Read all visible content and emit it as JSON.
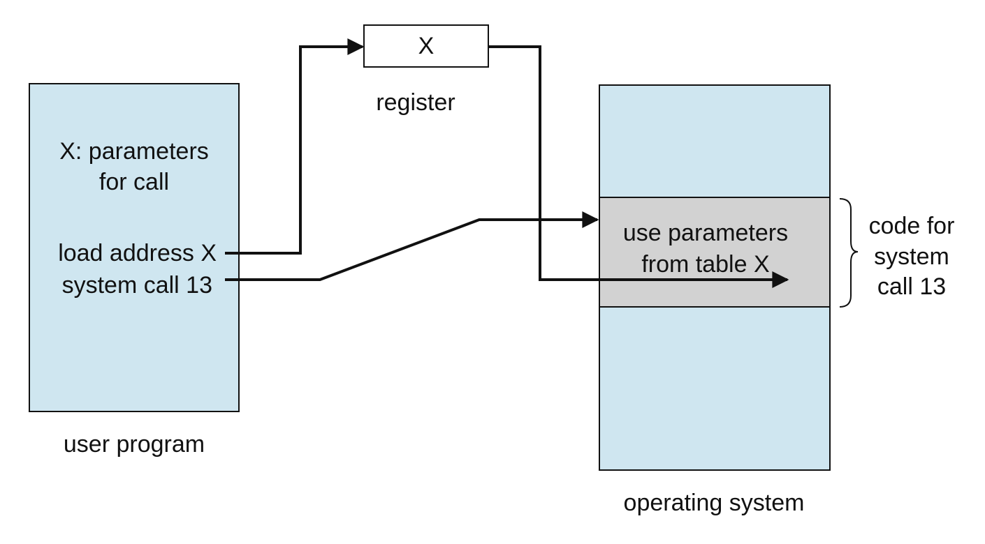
{
  "colors": {
    "memory_fill": "#cfe6f0",
    "code_fill": "#d2d2d2",
    "register_fill": "#ffffff",
    "stroke": "#111111"
  },
  "user_program": {
    "label": "user program",
    "params_line1": "X: parameters",
    "params_line2": "for call",
    "load_line": "load address X",
    "syscall_line": "system call 13"
  },
  "register": {
    "label": "register",
    "value": "X"
  },
  "operating_system": {
    "label": "operating system",
    "code_line1": "use parameters",
    "code_line2": "from table X",
    "brace_line1": "code for",
    "brace_line2": "system",
    "brace_line3": "call 13"
  }
}
